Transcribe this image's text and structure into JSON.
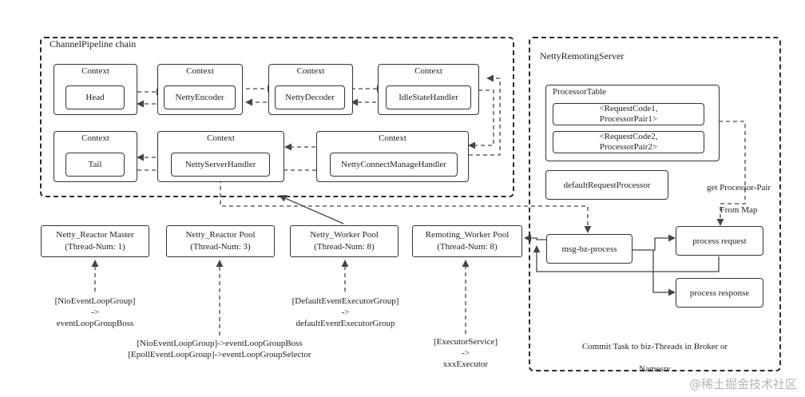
{
  "pipeline": {
    "title": "ChannelPipeline chain",
    "context_label": "Context",
    "head": "Head",
    "encoder": "NettyEncoder",
    "decoder": "NettyDecoder",
    "idle": "IdleStateHandler",
    "tail": "Tail",
    "server_handler": "NettyServerHandler",
    "connect_manage": "NettyConnectManageHandler"
  },
  "server": {
    "title": "NettyRemotingServer",
    "processor_table_title": "ProcessorTable",
    "pair1_line1": "<RequestCode1,",
    "pair1_line2": "ProcessorPair1>",
    "pair2_line1": "<RequestCode2,",
    "pair2_line2": "ProcessorPair2>",
    "default_processor": "defaultRequestProcessor",
    "get_pair_line1": "get Processor-Pair",
    "get_pair_line2": "From Map",
    "msg_bz": "msg-bz-process",
    "process_request": "process request",
    "process_response": "process response",
    "commit_line1": "Commit Task to biz-Threads in Broker or",
    "commit_line2": "Namesrv"
  },
  "pools": {
    "reactor_master": {
      "name": "Netty_Reactor Master",
      "threads": "(Thread-Num: 1)"
    },
    "reactor_pool": {
      "name": "Netty_Reactor Pool",
      "threads": "(Thread-Num: 3)"
    },
    "worker_pool": {
      "name": "Netty_Worker Pool",
      "threads": "(Thread-Num: 8)"
    },
    "remoting_worker_pool": {
      "name": "Remoting_Worker Pool",
      "threads": "(Thread-Num: 8)"
    }
  },
  "annotations": {
    "master_group": "[NioEventLoopGroup]\n->\neventLoopGroupBoss",
    "reactor_groups": "[NioEventLoopGroup]->eventLoopGroupBoss\n[EpollEventLoopGroup]->eventLoopGroupSelector",
    "worker_group": "[DefaultEventExecutorGroup]\n->\ndefaultEventExecutorGroup",
    "executor": "[ExecutorService]\n->\nxxxExecutor"
  },
  "watermark": "@稀土掘金技术社区",
  "colors": {
    "line": "#444444",
    "border": "#333333",
    "watermark": "#b5b5b5"
  }
}
